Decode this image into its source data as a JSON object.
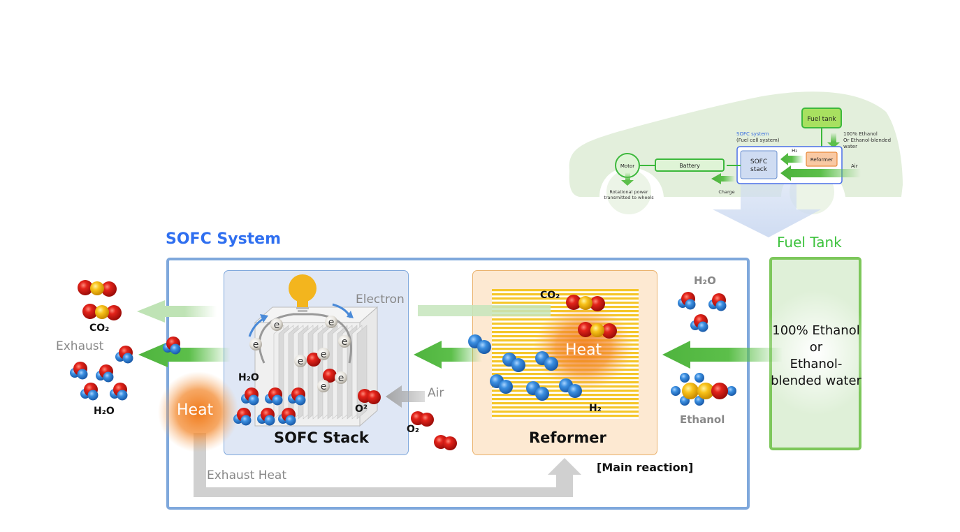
{
  "car_inset": {
    "sofc_system_title": "SOFC system",
    "sofc_system_subtitle": "(Fuel cell system)",
    "fuel_tank": "Fuel tank",
    "fuel_input_line1": "100% Ethanol",
    "fuel_input_line2": "Or Ethanol-blended",
    "fuel_input_line3": "water",
    "reformer": "Reformer",
    "h2": "H₂",
    "air": "Air",
    "sofc_stack_line1": "SOFC",
    "sofc_stack_line2": "stack",
    "battery": "Battery",
    "motor": "Motor",
    "charge": "Charge",
    "rotational_line1": "Rotational power",
    "rotational_line2": "transmitted to wheels"
  },
  "main": {
    "sofc_system_title": "SOFC System",
    "fuel_tank_title": "Fuel Tank",
    "fuel_text_line1": "100% Ethanol",
    "fuel_text_line2": "or",
    "fuel_text_line3": "Ethanol-",
    "fuel_text_line4": "blended water",
    "sofc_stack_label": "SOFC Stack",
    "reformer_label": "Reformer",
    "main_reaction": "[Main reaction]",
    "exhaust_heat": "Exhaust Heat",
    "electron": "Electron",
    "air": "Air",
    "exhaust": "Exhaust",
    "heat_left": "Heat",
    "heat_reformer": "Heat",
    "co2_exhaust": "CO₂",
    "h2o_exhaust": "H₂O",
    "h2o_stack": "H₂O",
    "o2_ion": "O²",
    "o2_air": "O₂",
    "co2_reformer": "CO₂",
    "h2_reformer": "H₂",
    "h2o_input": "H₂O",
    "ethanol": "Ethanol",
    "electron_symbol": "e"
  },
  "colors": {
    "sofc_blue": "#2f6ff0",
    "system_border": "#7fa8dc",
    "fuel_green": "#3cc23c",
    "arrow_green": "#5cbf4a",
    "reformer_orange": "#eab26d",
    "heat_orange": "#f07a1a"
  }
}
